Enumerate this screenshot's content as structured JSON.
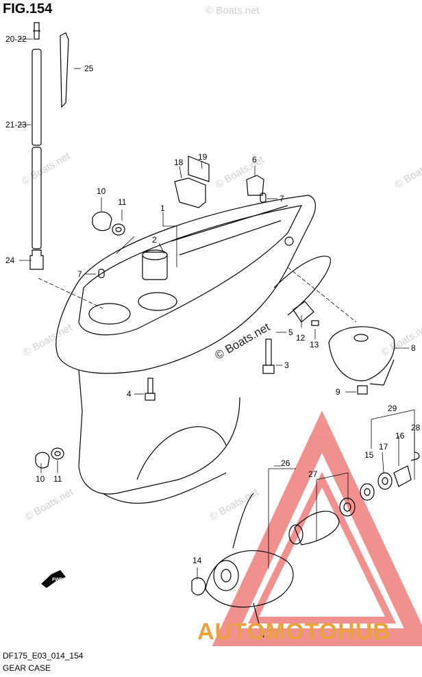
{
  "figure": {
    "title": "FIG.154",
    "code": "DF175_E03_014_154",
    "name": "GEAR CASE"
  },
  "fwd_label": "FWD",
  "watermark": "© Boats.net",
  "brand": {
    "text": "AUTOMOTOHUB",
    "color": "#e8a23c",
    "logo_color": "#e53935"
  },
  "callouts": [
    {
      "id": "c1",
      "text": "1"
    },
    {
      "id": "c2",
      "text": "2"
    },
    {
      "id": "c3",
      "text": "3"
    },
    {
      "id": "c4",
      "text": "4"
    },
    {
      "id": "c5",
      "text": "5"
    },
    {
      "id": "c6",
      "text": "6"
    },
    {
      "id": "c7a",
      "text": "7"
    },
    {
      "id": "c7b",
      "text": "7"
    },
    {
      "id": "c8",
      "text": "8"
    },
    {
      "id": "c9",
      "text": "9"
    },
    {
      "id": "c10a",
      "text": "10"
    },
    {
      "id": "c10b",
      "text": "10"
    },
    {
      "id": "c11a",
      "text": "11"
    },
    {
      "id": "c11b",
      "text": "11"
    },
    {
      "id": "c12",
      "text": "12"
    },
    {
      "id": "c13",
      "text": "13"
    },
    {
      "id": "c14",
      "text": "14"
    },
    {
      "id": "c15",
      "text": "15"
    },
    {
      "id": "c16",
      "text": "16"
    },
    {
      "id": "c17",
      "text": "17"
    },
    {
      "id": "c18",
      "text": "18"
    },
    {
      "id": "c19",
      "text": "19"
    },
    {
      "id": "c20",
      "text": "20-22"
    },
    {
      "id": "c21",
      "text": "21-23"
    },
    {
      "id": "c24",
      "text": "24"
    },
    {
      "id": "c25",
      "text": "25"
    },
    {
      "id": "c26",
      "text": "26"
    },
    {
      "id": "c27",
      "text": "27"
    },
    {
      "id": "c28",
      "text": "28"
    },
    {
      "id": "c29",
      "text": "29"
    }
  ]
}
